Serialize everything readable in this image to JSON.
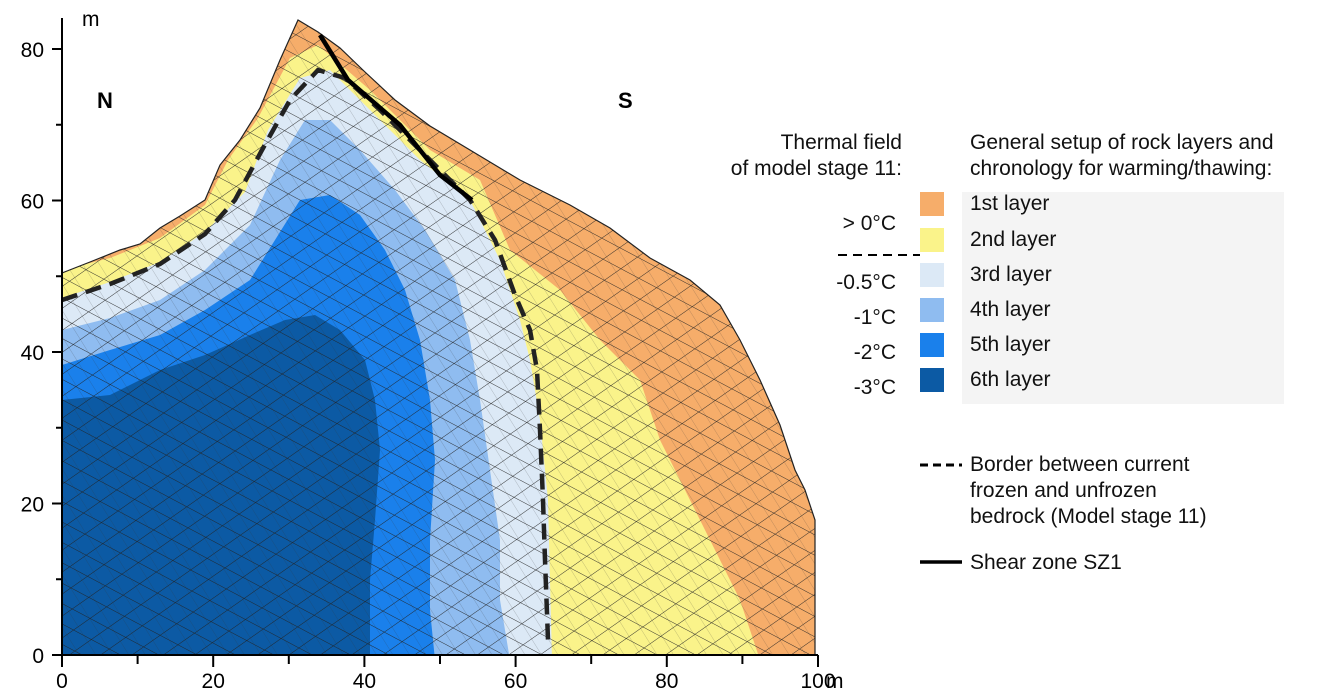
{
  "diagram": {
    "y_axis": {
      "unit": "m",
      "ticks": [
        "0",
        "20",
        "40",
        "60",
        "80"
      ]
    },
    "x_axis": {
      "unit": "m",
      "ticks": [
        "0",
        "20",
        "40",
        "60",
        "80",
        "100"
      ]
    },
    "labels": {
      "north": "N",
      "south": "S"
    }
  },
  "legend": {
    "thermal_title": [
      "Thermal field",
      "of model stage 11:"
    ],
    "setup_title": [
      "General setup of rock layers and",
      "chronology for warming/thawing:"
    ],
    "layers": [
      {
        "label": "1st layer",
        "color": "#f6ad6a",
        "temp": ""
      },
      {
        "label": "2nd layer",
        "color": "#faf38a",
        "temp": "> 0°C"
      },
      {
        "label": "3rd layer",
        "color": "#dce9f6",
        "temp": "-0.5°C"
      },
      {
        "label": "4th layer",
        "color": "#8fbcf0",
        "temp": "-1°C"
      },
      {
        "label": "5th layer",
        "color": "#1a80eb",
        "temp": "-2°C"
      },
      {
        "label": "6th layer",
        "color": "#0c5aa4",
        "temp": "-3°C"
      }
    ],
    "border_label": [
      "Border between current",
      "frozen and unfrozen",
      "bedrock (Model stage 11)"
    ],
    "shear_label": "Shear zone SZ1"
  }
}
